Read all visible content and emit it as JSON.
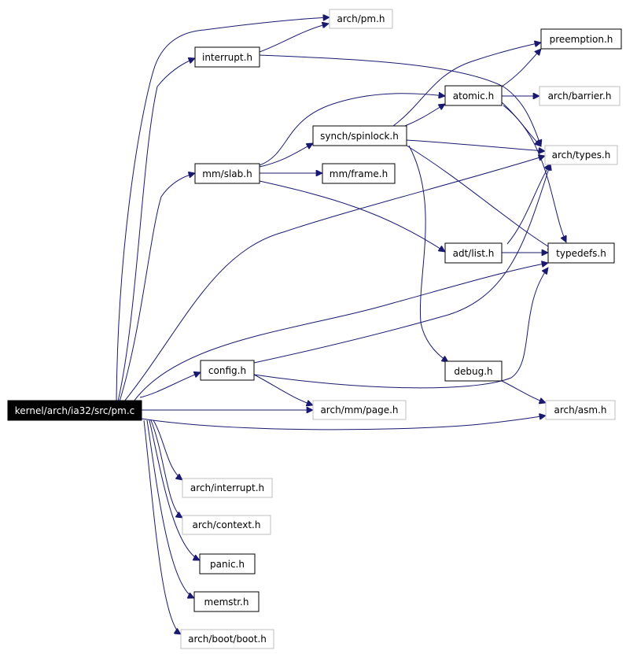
{
  "nodes": {
    "root": "kernel/arch/ia32/src/pm.c",
    "arch_pm": "arch/pm.h",
    "interrupt": "interrupt.h",
    "preemption": "preemption.h",
    "atomic": "atomic.h",
    "arch_barrier": "arch/barrier.h",
    "synch_spinlock": "synch/spinlock.h",
    "mm_slab": "mm/slab.h",
    "mm_frame": "mm/frame.h",
    "arch_types": "arch/types.h",
    "adt_list": "adt/list.h",
    "typedefs": "typedefs.h",
    "config": "config.h",
    "debug": "debug.h",
    "arch_mm_page": "arch/mm/page.h",
    "arch_asm": "arch/asm.h",
    "arch_interrupt": "arch/interrupt.h",
    "arch_context": "arch/context.h",
    "panic": "panic.h",
    "memstr": "memstr.h",
    "arch_boot": "arch/boot/boot.h"
  },
  "colors": {
    "edge": "#191970",
    "documented_border": "#000000",
    "external_border": "#bfbfbf",
    "root_fill": "#000000",
    "root_text": "#ffffff"
  }
}
